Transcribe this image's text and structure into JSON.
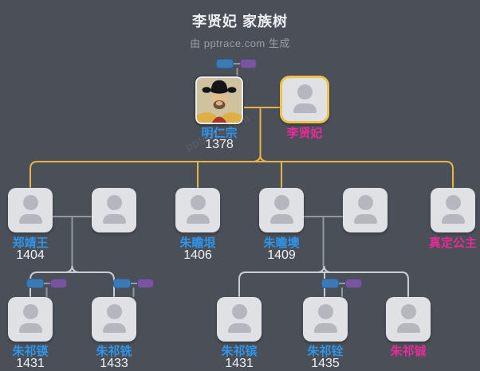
{
  "app": {
    "title": "李贤妃 家族树",
    "subtitle": "由 pptrace.com 生成",
    "watermark": "pptrace.com"
  },
  "colors": {
    "background": "#4a4f58",
    "node-fill": "#dfe1e4",
    "avatar": "#b4b8be",
    "male": "#2f95ea",
    "female": "#ea2a96",
    "year": "#f1f2f4",
    "line-yellow": "#e9b345",
    "line-gray": "#9098a2",
    "line-light": "#c9cdd3",
    "selected": "#f0c14b",
    "mini-male": "#3a7ab7",
    "mini-spouse": "#77559f",
    "title": "#eef0f3",
    "subtitle": "#99a0aa"
  },
  "icons": {
    "person_placeholder": "person-silhouette",
    "mini_male": "collapsed-male-node",
    "mini_spouse": "collapsed-spouse-node"
  },
  "people": {
    "row1": [
      {
        "name": "明仁宗",
        "year": "1378",
        "gender": "male"
      },
      {
        "name": "李贤妃",
        "year": "",
        "gender": "female"
      }
    ],
    "row2": [
      {
        "name": "郑靖王",
        "year": "1404",
        "gender": "male"
      },
      {
        "name": "",
        "year": "",
        "gender": ""
      },
      {
        "name": "朱瞻垠",
        "year": "1406",
        "gender": "male"
      },
      {
        "name": "朱瞻墺",
        "year": "1409",
        "gender": "male"
      },
      {
        "name": "",
        "year": "",
        "gender": ""
      },
      {
        "name": "真定公主",
        "year": "",
        "gender": "female"
      }
    ],
    "row3": [
      {
        "name": "朱祁锳",
        "year": "1431",
        "gender": "male"
      },
      {
        "name": "朱祁铣",
        "year": "1433",
        "gender": "male"
      },
      {
        "name": "朱祁镔",
        "year": "1431",
        "gender": "male"
      },
      {
        "name": "朱祁铨",
        "year": "1435",
        "gender": "male"
      },
      {
        "name": "朱祁铖",
        "year": "",
        "gender": "female"
      }
    ]
  }
}
